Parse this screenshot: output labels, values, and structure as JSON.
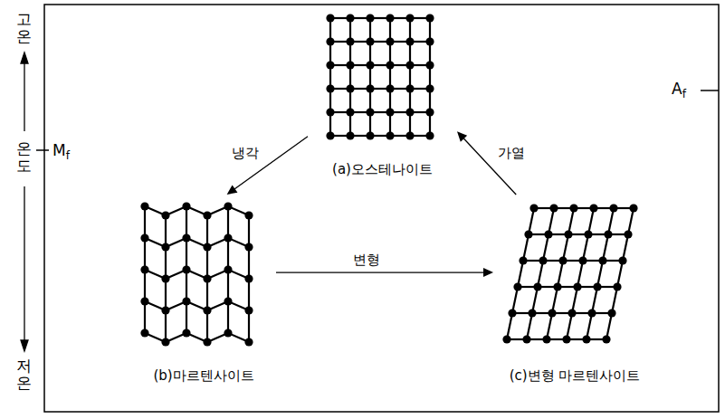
{
  "diagram": {
    "nodes": [
      {
        "text": [
          "(a)오스테나이트"
        ]
      },
      {
        "text": [
          "(b)마르텐사이트"
        ]
      },
      {
        "text": [
          "(c)변형 마르텐사이트"
        ]
      }
    ],
    "edges": [
      {
        "from": 0,
        "to": 1,
        "arrow": "to",
        "label": "냉각"
      },
      {
        "from": 1,
        "to": 2,
        "arrow": "to",
        "label": "변형"
      },
      {
        "from": 2,
        "to": 0,
        "arrow": "to",
        "label": "가열"
      }
    ],
    "labels": [
      "고온",
      "온도",
      "저온",
      "Mf",
      "Af"
    ]
  }
}
